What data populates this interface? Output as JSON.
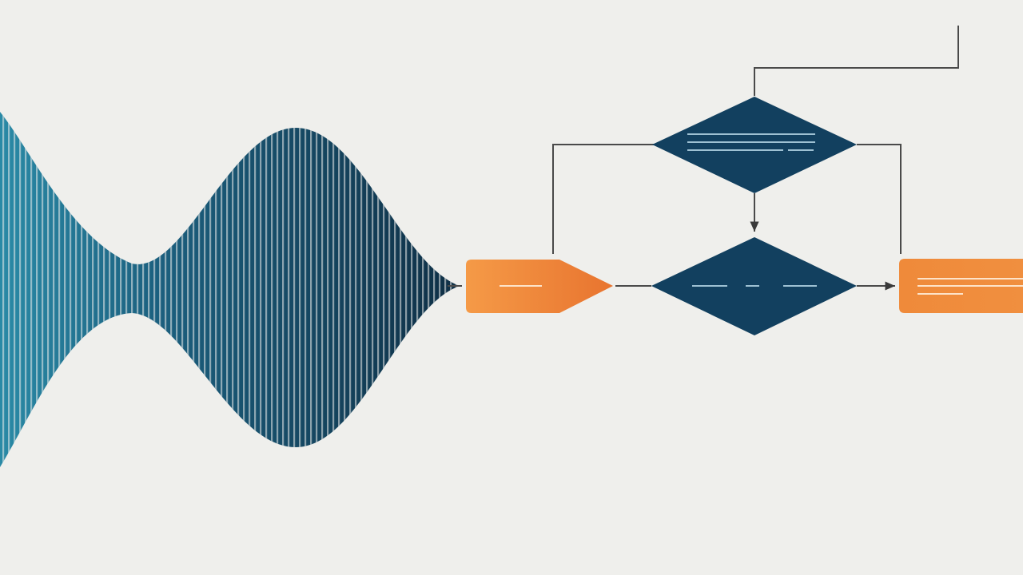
{
  "diagram": {
    "type": "flowchart-illustration",
    "colors": {
      "background": "#efefec",
      "navy": "#12405f",
      "teal": "#2a8aa6",
      "orange_light": "#f59a47",
      "orange_dark": "#e8742f",
      "connector": "#4a4a4a",
      "placeholder_line": "#9ec1d3"
    },
    "nodes": [
      {
        "id": "waveform",
        "shape": "striped-waveform",
        "text": ""
      },
      {
        "id": "input-arrow",
        "shape": "orange-pentagon",
        "text": ""
      },
      {
        "id": "top-decision",
        "shape": "diamond",
        "text": ""
      },
      {
        "id": "center-decision",
        "shape": "diamond",
        "text": ""
      },
      {
        "id": "output-box",
        "shape": "orange-rectangle",
        "text": ""
      }
    ],
    "edges": [
      {
        "from": "waveform",
        "to": "input-arrow"
      },
      {
        "from": "input-arrow",
        "to": "center-decision"
      },
      {
        "from": "top-decision",
        "to": "center-decision"
      },
      {
        "from": "center-decision",
        "to": "output-box"
      },
      {
        "from": "input-arrow",
        "to": "top-decision"
      },
      {
        "from": "top-decision",
        "to": "output-box"
      },
      {
        "from": "top-decision",
        "to": "exit-top-right"
      }
    ]
  }
}
